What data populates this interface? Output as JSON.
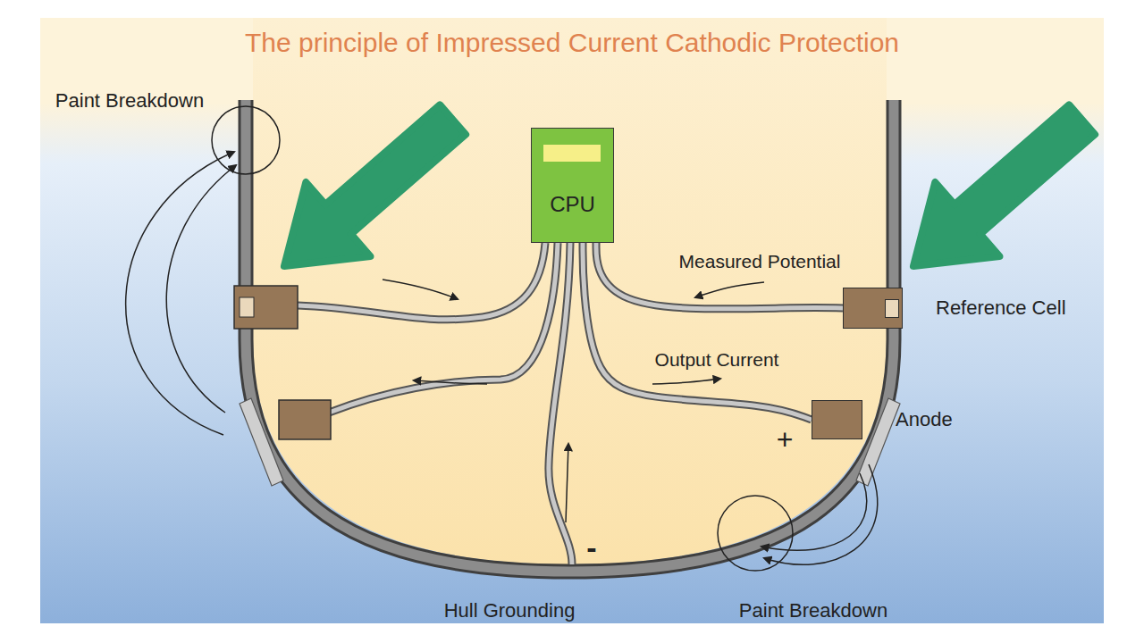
{
  "diagram": {
    "title": "The principle of Impressed Current Cathodic Protection",
    "nodes": [
      {
        "text": [
          "CPU"
        ]
      },
      {
        "text": [
          "Reference Cell"
        ]
      },
      {
        "text": [
          "Anode"
        ]
      }
    ],
    "edges": [
      {
        "from": 1,
        "to": 0,
        "arrow": "to",
        "label": "Measured Potential"
      },
      {
        "from": 0,
        "to": 2,
        "arrow": "to",
        "label": "Output Current"
      }
    ],
    "labels": [
      "Paint Breakdown",
      "+",
      "-",
      "Hull Grounding",
      "Paint Breakdown"
    ]
  }
}
